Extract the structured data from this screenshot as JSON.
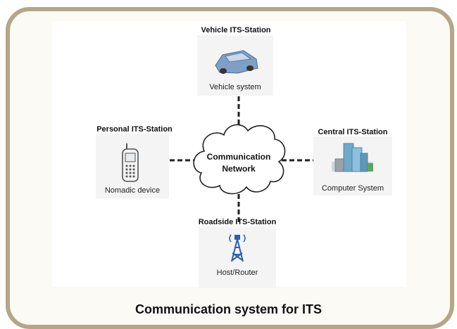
{
  "diagram": {
    "center": {
      "line1": "Communication",
      "line2": "Network"
    },
    "stations": {
      "vehicle": {
        "title": "Vehicle ITS-Station",
        "label": "Vehicle system",
        "icon": "car-icon"
      },
      "personal": {
        "title": "Personal ITS-Station",
        "label": "Nomadic device",
        "icon": "mobile-phone-icon"
      },
      "central": {
        "title": "Central ITS-Station",
        "label": "Computer System",
        "icon": "office-buildings-icon"
      },
      "roadside": {
        "title": "Roadside ITS-Station",
        "label": "Host/Router",
        "icon": "antenna-tower-icon"
      }
    },
    "caption": "Communication system for ITS"
  },
  "colors": {
    "frame": "#b5a687",
    "frame_background": "#fbfaf5",
    "car": "#7f9fc5",
    "tower": "#2b5fb0",
    "link": "#222222"
  }
}
